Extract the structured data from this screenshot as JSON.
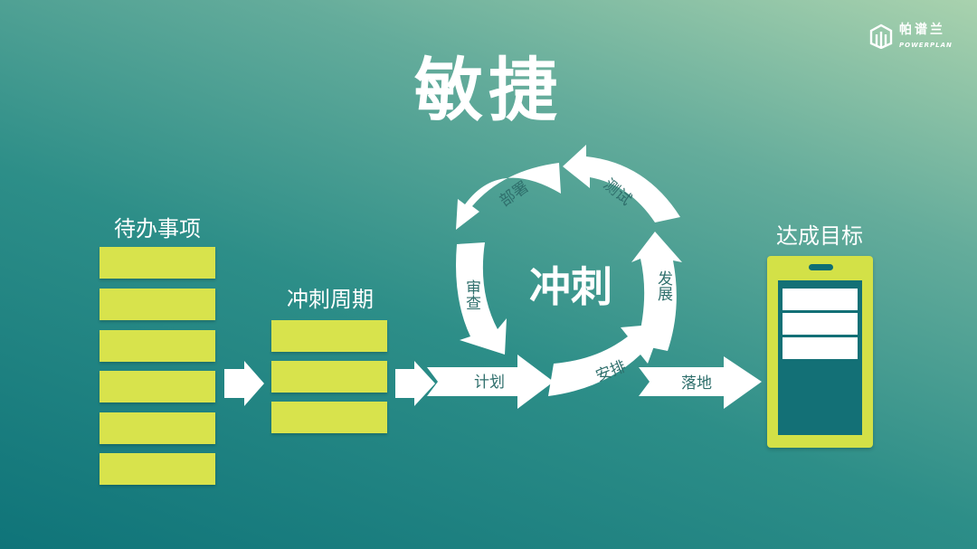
{
  "brand": {
    "name": "帕谱兰",
    "sub": "POWERPLAN"
  },
  "title": "敏捷",
  "backlog": {
    "label": "待办事项",
    "items": 6
  },
  "sprint_backlog": {
    "label": "冲刺周期",
    "items": 3
  },
  "cycle": {
    "center": "冲刺",
    "steps": [
      "计划",
      "安排",
      "发展",
      "测试",
      "部署",
      "审查"
    ]
  },
  "land": "落地",
  "goal": {
    "label": "达成目标",
    "lines": 3
  },
  "colors": {
    "bar": "#d8e34c",
    "device": "#d3e147",
    "arrow": "#ffffff",
    "arrow_text": "#2f6f6c"
  }
}
